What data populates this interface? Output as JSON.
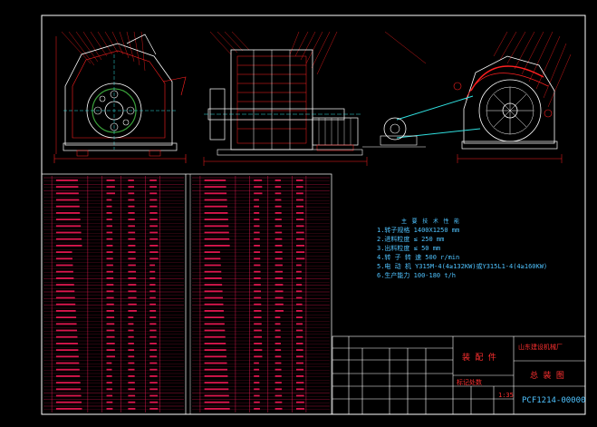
{
  "colors": {
    "background": "#000000",
    "frame": "#ffffff",
    "drawing_primary": "#ffffff",
    "drawing_secondary": "#ff2020",
    "dimension": "#ff2020",
    "accent_cyan": "#30e0e0",
    "green": "#3a9f3a",
    "spec_text": "#4fc3ff",
    "table_text": "#ff1a5a"
  },
  "drawing": {
    "views": [
      "front-view",
      "side-view",
      "section-view"
    ]
  },
  "spec": {
    "title": "主 要 技 术 性 能",
    "lines": [
      "1.转子规格  1400X1250   mm",
      "2.进料粒度      ≤ 250   mm",
      "3.出料粒度  ≤ 50   mm",
      "4.转  子  转  速  500   r/min",
      "5.电  动  机  Y315M-4(4≥132KW)或Y315L1-4(4≥160KW)",
      "6.生产能力  100-180 t/h"
    ]
  },
  "title_block": {
    "material": "装  配  件",
    "company": "山东建设机械厂",
    "drawing_name": "总  装  图",
    "scale": "1:35",
    "drawing_number": "PCF1214-00000",
    "sheet_label": "标记处数"
  }
}
